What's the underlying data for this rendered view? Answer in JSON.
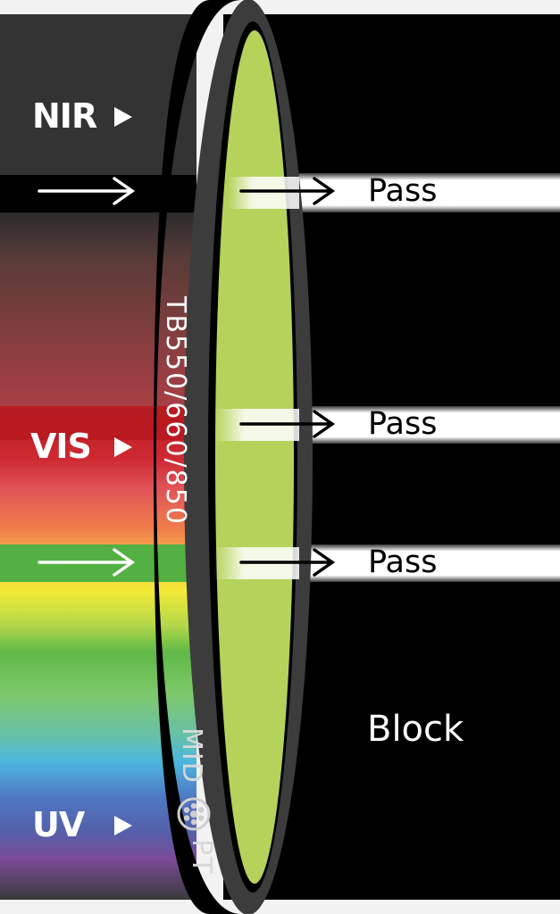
{
  "bands": {
    "nir": "NIR",
    "vis": "VIS",
    "uv": "UV"
  },
  "filter": {
    "model": "TB550/660/850",
    "brand_left": "MID",
    "brand_right": "PT",
    "glass_color": "#b5d25a",
    "ring_color": "#3c3c3c"
  },
  "outputs": {
    "pass_1": "Pass",
    "pass_2": "Pass",
    "pass_3": "Pass",
    "block": "Block"
  },
  "colors": {
    "background_dark": "#000000",
    "nir_panel": "#333333",
    "beam": "#ffffff"
  }
}
